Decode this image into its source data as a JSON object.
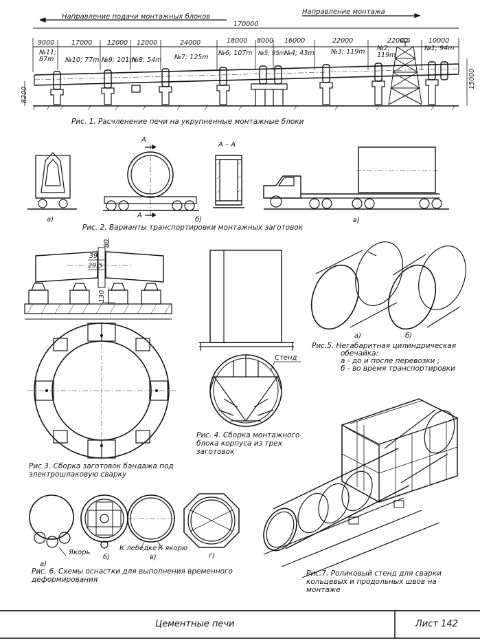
{
  "fig1": {
    "feed_direction": "Направление подачи монтажных блоков",
    "mount_direction": "Направление монтажа",
    "total_length": "170000",
    "segments": [
      "9000",
      "17000",
      "12000",
      "12000",
      "24000",
      "18000",
      "8000",
      "16000",
      "22000",
      "22000",
      "10000"
    ],
    "blocks": [
      "№11; 87m",
      "№10; 77m",
      "№9; 101m",
      "№8; 54m",
      "№7; 125m",
      "№6; 107m",
      "№5; 95m",
      "№4; 43m",
      "№3; 119m",
      "№2; 119m",
      "№1; 94m"
    ],
    "height_left": "8200",
    "height_right": "15000",
    "caption": "Рис. 1. Расчленение печи на укрупненные монтажные блоки"
  },
  "fig2": {
    "section_mark": "A",
    "section_view": "A – A",
    "labels": [
      "а)",
      "б)",
      "в)"
    ],
    "caption": "Рис. 2. Варианты транспортировки монтажных заготовок"
  },
  "fig3": {
    "dims": [
      "39",
      "29,5",
      "80",
      "130"
    ],
    "caption": "Рис.3. Сборка заготовок бандажа под электрошлаковую сварку"
  },
  "fig4": {
    "stand_label": "Стенд",
    "caption": "Рис. 4. Сборка монтажного блока корпуса из трех заготовок"
  },
  "fig5": {
    "labels": [
      "а)",
      "б)"
    ],
    "caption_lines": [
      "Рис.5. Негабаритная цилиндрическая",
      "обечайка:",
      "а - до и после перевозки ;",
      "б - во время транспортировки"
    ]
  },
  "fig6": {
    "labels": [
      "а)",
      "б)",
      "в)",
      "г)"
    ],
    "anchor": "Якорь",
    "winch": "К лебедке",
    "to_anchor": "К якорю",
    "caption": "Рис. 6. Схемы оснастки для выполнения временного деформирования"
  },
  "fig7": {
    "caption": "Рис.7. Роликовый стенд для сварки кольцевых и продольных швов на монтаже"
  },
  "footer": {
    "title": "Цементные печи",
    "sheet": "Лист 142"
  }
}
